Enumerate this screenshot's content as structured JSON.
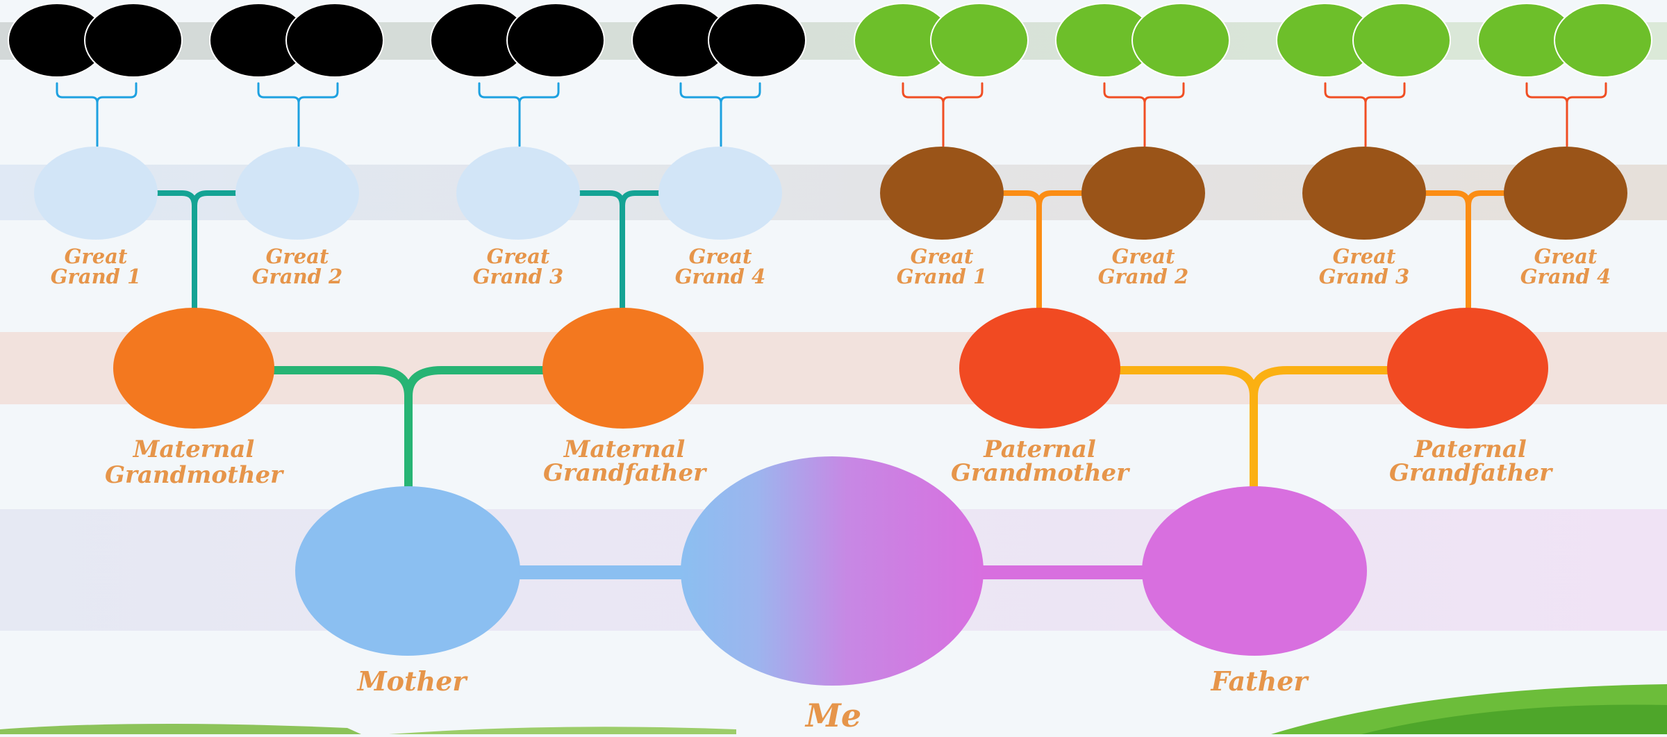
{
  "diagram": {
    "me": {
      "label": "Me"
    },
    "parents": {
      "mother": {
        "label": "Mother"
      },
      "father": {
        "label": "Father"
      }
    },
    "grandparents": {
      "maternal_grandmother": {
        "line1": "Maternal",
        "line2": "Grandmother"
      },
      "maternal_grandfather": {
        "line1": "Maternal",
        "line2": "Grandfather"
      },
      "paternal_grandmother": {
        "line1": "Paternal",
        "line2": "Grandmother"
      },
      "paternal_grandfather": {
        "line1": "Paternal",
        "line2": "Grandfather"
      }
    },
    "great_grandparents": {
      "maternal": [
        {
          "line1": "Great",
          "line2": "Grand 1"
        },
        {
          "line1": "Great",
          "line2": "Grand 2"
        },
        {
          "line1": "Great",
          "line2": "Grand 3"
        },
        {
          "line1": "Great",
          "line2": "Grand 4"
        }
      ],
      "paternal": [
        {
          "line1": "Great",
          "line2": "Grand 1"
        },
        {
          "line1": "Great",
          "line2": "Grand 2"
        },
        {
          "line1": "Great",
          "line2": "Grand 3"
        },
        {
          "line1": "Great",
          "line2": "Grand 4"
        }
      ]
    },
    "colors": {
      "label_text": "#e6954a",
      "mother": "#8bbff1",
      "father": "#d86fdf",
      "maternal_grandparents": "#f3781f",
      "paternal_grandparents": "#f14a22",
      "maternal_great_grandparents": "#d2e5f7",
      "paternal_great_grandparents": "#9a5418",
      "maternal_ancestors": "#000000",
      "paternal_ancestors": "#6dbf2a",
      "maternal_grand_connector": "#27b474",
      "paternal_grand_connector": "#fbb012",
      "maternal_great_connector": "#14a394",
      "paternal_great_connector": "#fb8d14",
      "maternal_top_connector": "#1da1e0",
      "paternal_top_connector": "#f04e23"
    }
  }
}
